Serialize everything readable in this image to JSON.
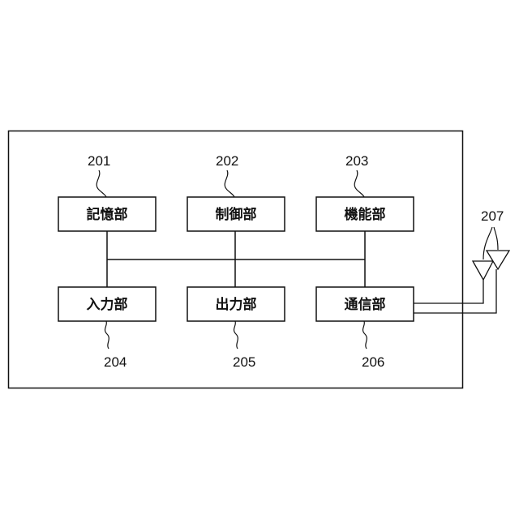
{
  "diagram": {
    "blocks": [
      {
        "id": "storage",
        "label": "記憶部",
        "ref": "201"
      },
      {
        "id": "control",
        "label": "制御部",
        "ref": "202"
      },
      {
        "id": "function",
        "label": "機能部",
        "ref": "203"
      },
      {
        "id": "input",
        "label": "入力部",
        "ref": "204"
      },
      {
        "id": "output",
        "label": "出力部",
        "ref": "205"
      },
      {
        "id": "communication",
        "label": "通信部",
        "ref": "206"
      }
    ],
    "antenna": {
      "ref": "207"
    }
  }
}
